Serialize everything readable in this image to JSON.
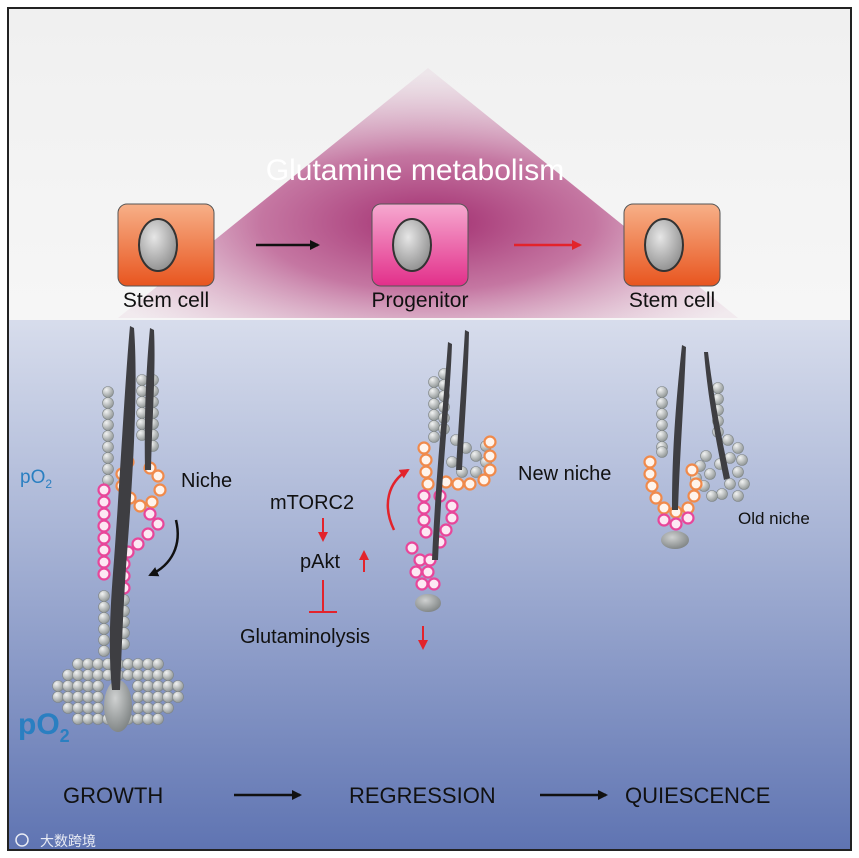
{
  "title": "Glutamine metabolism",
  "cells": [
    {
      "label": "Stem cell",
      "kind": "stem"
    },
    {
      "label": "Progenitor",
      "kind": "progenitor"
    },
    {
      "label": "Stem cell",
      "kind": "stem"
    }
  ],
  "labels": {
    "niche": "Niche",
    "new_niche": "New niche",
    "old_niche": "Old niche",
    "po2_top": "pO",
    "po2_bottom": "pO",
    "po2_subscript": "2"
  },
  "pathway": {
    "mtorc2": "mTORC2",
    "pakt": "pAkt",
    "glutaminolysis": "Glutaminolysis"
  },
  "phases": [
    "GROWTH",
    "REGRESSION",
    "QUIESCENCE"
  ],
  "watermark": "大数跨境",
  "colors": {
    "accent_red": "#e3232b",
    "niche_orange": "#f08a4b",
    "progenitor_pink": "#e8469a",
    "cell_gray": "#b9bdbd",
    "hair_shaft": "#3e3e42",
    "po2_blue": "#2a7fc1",
    "triangle_magenta": "#9d2268"
  },
  "icons": [
    "arrow-right-icon",
    "curved-arrow-icon",
    "down-arrow-icon",
    "up-arrow-icon",
    "inhibition-bar-icon"
  ]
}
